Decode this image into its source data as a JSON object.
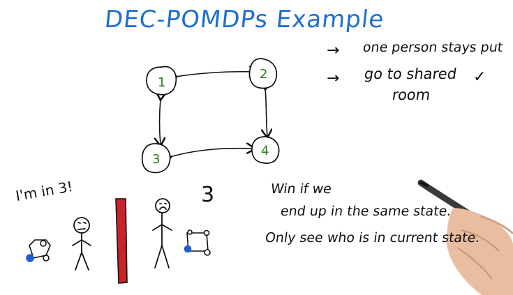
{
  "title": "DEC-POMDPs Example",
  "notes": [
    {
      "arrow": "→",
      "text": "one person stays put"
    },
    {
      "arrow": "→",
      "text": "go to shared"
    },
    {
      "arrow": "",
      "text": "room"
    }
  ],
  "check_mark": "✓",
  "graph": {
    "nodes": [
      {
        "id": "1",
        "label": "1"
      },
      {
        "id": "2",
        "label": "2"
      },
      {
        "id": "3",
        "label": "3"
      },
      {
        "id": "4",
        "label": "4"
      }
    ],
    "edges": [
      {
        "from": "1",
        "to": "2",
        "bidirectional": true
      },
      {
        "from": "1",
        "to": "3",
        "bidirectional": true
      },
      {
        "from": "2",
        "to": "4",
        "bidirectional": true
      },
      {
        "from": "3",
        "to": "4",
        "bidirectional": true
      }
    ],
    "node_text_color": "#2a7a1a"
  },
  "scene": {
    "speech_left": "I'm in 3!",
    "right_number": "3",
    "wall_color": "#c8222a",
    "robot_wheel_color": "#1f5fd1"
  },
  "rules": [
    "Win if we",
    "end up in the same state.",
    "Only see who is in current state."
  ],
  "colors": {
    "title": "#1f6fd1",
    "ink": "#111111"
  }
}
